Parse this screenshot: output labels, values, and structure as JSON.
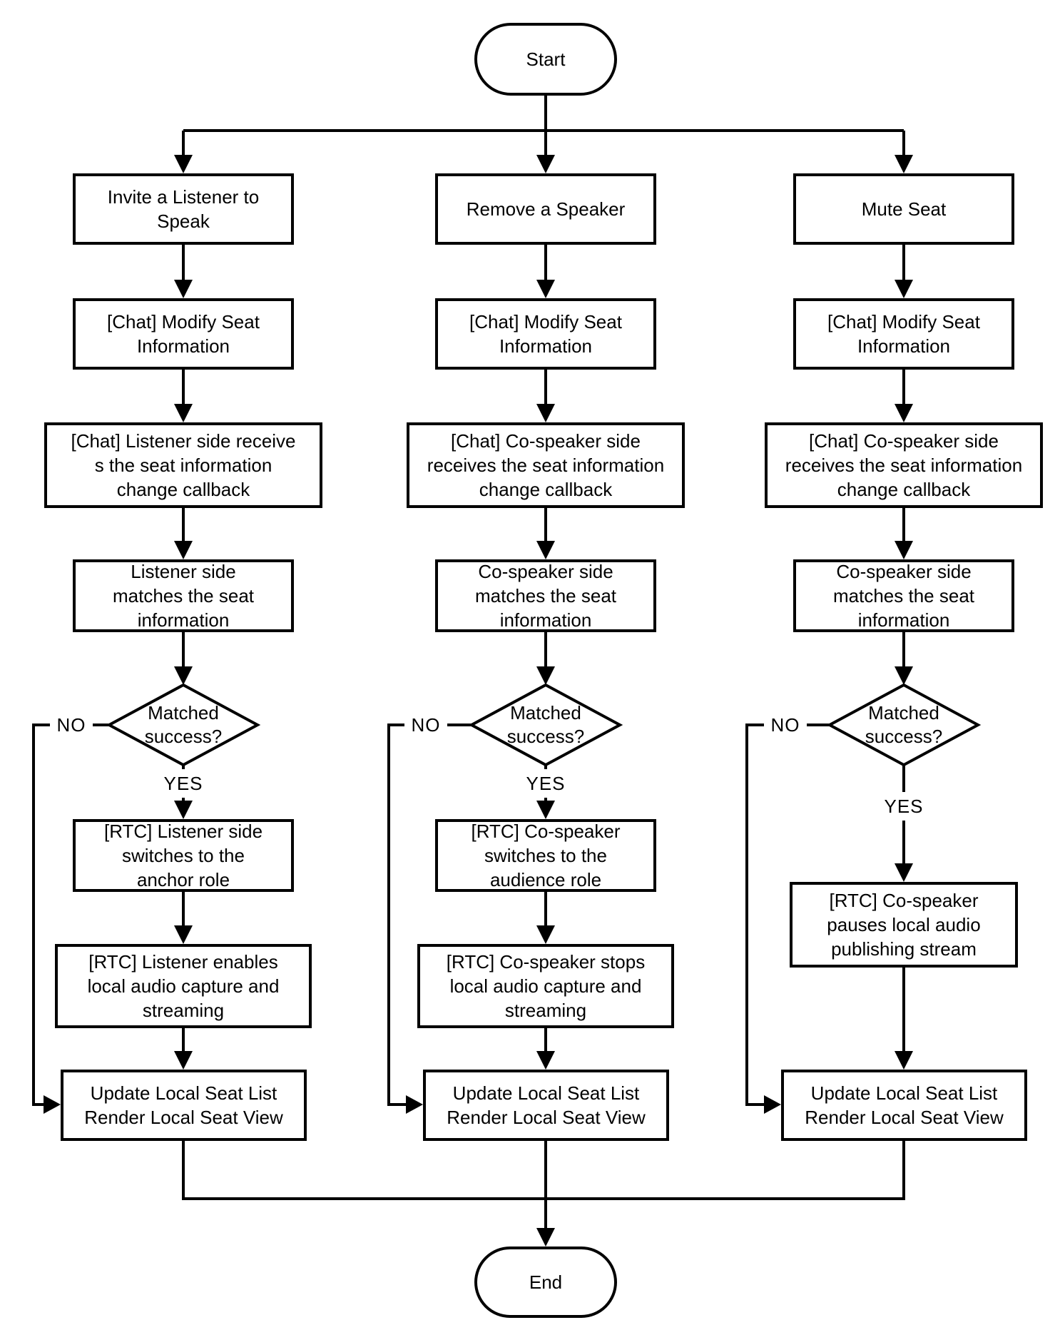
{
  "diagram": {
    "type": "flowchart",
    "start_label": "Start",
    "end_label": "End",
    "yes_label": "YES",
    "no_label": "NO",
    "colors": {
      "stroke": "#000000",
      "background": "#ffffff"
    },
    "columns": [
      {
        "name": "invite-listener-to-speak",
        "trigger": "Invite a Listener to\nSpeak",
        "chat_modify": "[Chat] Modify Seat\nInformation",
        "receive_callback": "[Chat] Listener side receive\ns the seat information\nchange callback",
        "match_seat": "Listener side\nmatches the seat\ninformation",
        "decision": "Matched\nsuccess?",
        "rtc_switch": "[RTC] Listener side\nswitches to the\nanchor role",
        "rtc_audio": "[RTC] Listener enables\nlocal audio capture and\nstreaming",
        "update_view": "Update Local Seat List\nRender Local Seat View"
      },
      {
        "name": "remove-a-speaker",
        "trigger": "Remove a Speaker",
        "chat_modify": "[Chat] Modify Seat\nInformation",
        "receive_callback": "[Chat] Co-speaker side\nreceives the seat information\nchange callback",
        "match_seat": "Co-speaker side\nmatches the seat\ninformation",
        "decision": "Matched\nsuccess?",
        "rtc_switch": "[RTC] Co-speaker\nswitches to the\naudience role",
        "rtc_audio": "[RTC] Co-speaker stops\nlocal audio capture and\nstreaming",
        "update_view": "Update Local Seat List\nRender Local Seat View"
      },
      {
        "name": "mute-seat",
        "trigger": "Mute Seat",
        "chat_modify": "[Chat] Modify Seat\nInformation",
        "receive_callback": "[Chat] Co-speaker side\nreceives the seat information\nchange callback",
        "match_seat": "Co-speaker side\nmatches the seat\ninformation",
        "decision": "Matched\nsuccess?",
        "rtc_audio": "[RTC] Co-speaker\npauses local audio\npublishing stream",
        "update_view": "Update Local Seat List\nRender Local Seat View"
      }
    ]
  }
}
